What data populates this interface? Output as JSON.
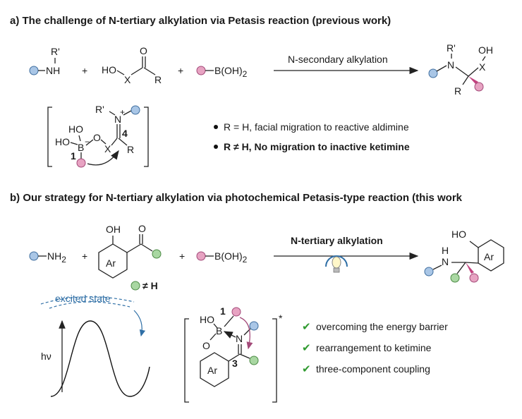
{
  "section_a": {
    "title": "a) The challenge of N-tertiary alkylation via Petasis reaction (previous work)",
    "amine_r": "R'",
    "amine_nh": "NH",
    "plus": "+",
    "acid_ho": "HO",
    "acid_x": "X",
    "acid_o": "O",
    "acid_r": "R",
    "boronic": "B(OH)",
    "boronic_sub": "2",
    "arrow_label": "N-secondary alkylation",
    "prod_r1": "R'",
    "prod_n": "N",
    "prod_oh": "OH",
    "prod_x": "X",
    "prod_r": "R",
    "ts_r1": "R'",
    "ts_plus": "+",
    "ts_n": "N",
    "ts_ho1": "HO",
    "ts_ho2": "HO",
    "ts_b": "B",
    "ts_o": "O",
    "ts_x": "X",
    "ts_r": "R",
    "ts_minus": "−",
    "ts_num1": "1",
    "ts_num4": "4",
    "bullet1": "R = H, facial migration to reactive aldimine",
    "bullet2": "R ≠ H, No migration to inactive ketimine"
  },
  "section_b": {
    "title": "b) Our strategy for N-tertiary alkylation via photochemical Petasis-type reaction (this work",
    "amine": "NH",
    "amine_sub": "2",
    "plus": "+",
    "ketone_oh": "OH",
    "ketone_o": "O",
    "ketone_ar": "Ar",
    "neq_h": "≠ H",
    "boronic": "B(OH)",
    "boronic_sub": "2",
    "arrow_label": "N-tertiary alkylation",
    "prod_ho": "HO",
    "prod_ar": "Ar",
    "prod_h": "H",
    "prod_n": "N",
    "excited_state": "excited state",
    "hv": "hν",
    "cyc_ho": "HO",
    "cyc_b": "B",
    "cyc_o": "O",
    "cyc_n": "N",
    "cyc_ar": "Ar",
    "cyc_num1": "1",
    "cyc_num3": "3",
    "cyc_star": "*",
    "checks": [
      "overcoming the energy barrier",
      "rearrangement to ketimine",
      "three-component coupling"
    ],
    "check_mark": "✔"
  },
  "colors": {
    "blue": "#a9c6e6",
    "pink": "#e7a3c2",
    "green": "#a9d7a2",
    "arrow_blue": "#2f6fa6",
    "check": "#2f9a2f"
  }
}
